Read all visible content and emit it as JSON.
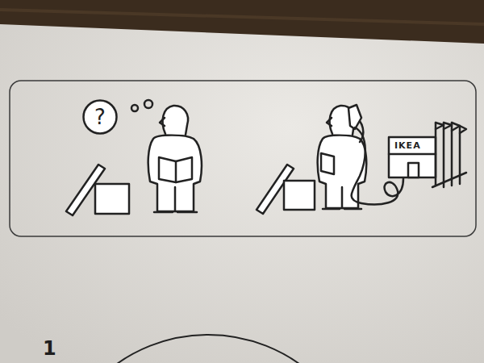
{
  "diagram": {
    "nodes": [
      {
        "text": [
          "?"
        ]
      }
    ],
    "labels": [
      "IKEA",
      "1"
    ]
  }
}
